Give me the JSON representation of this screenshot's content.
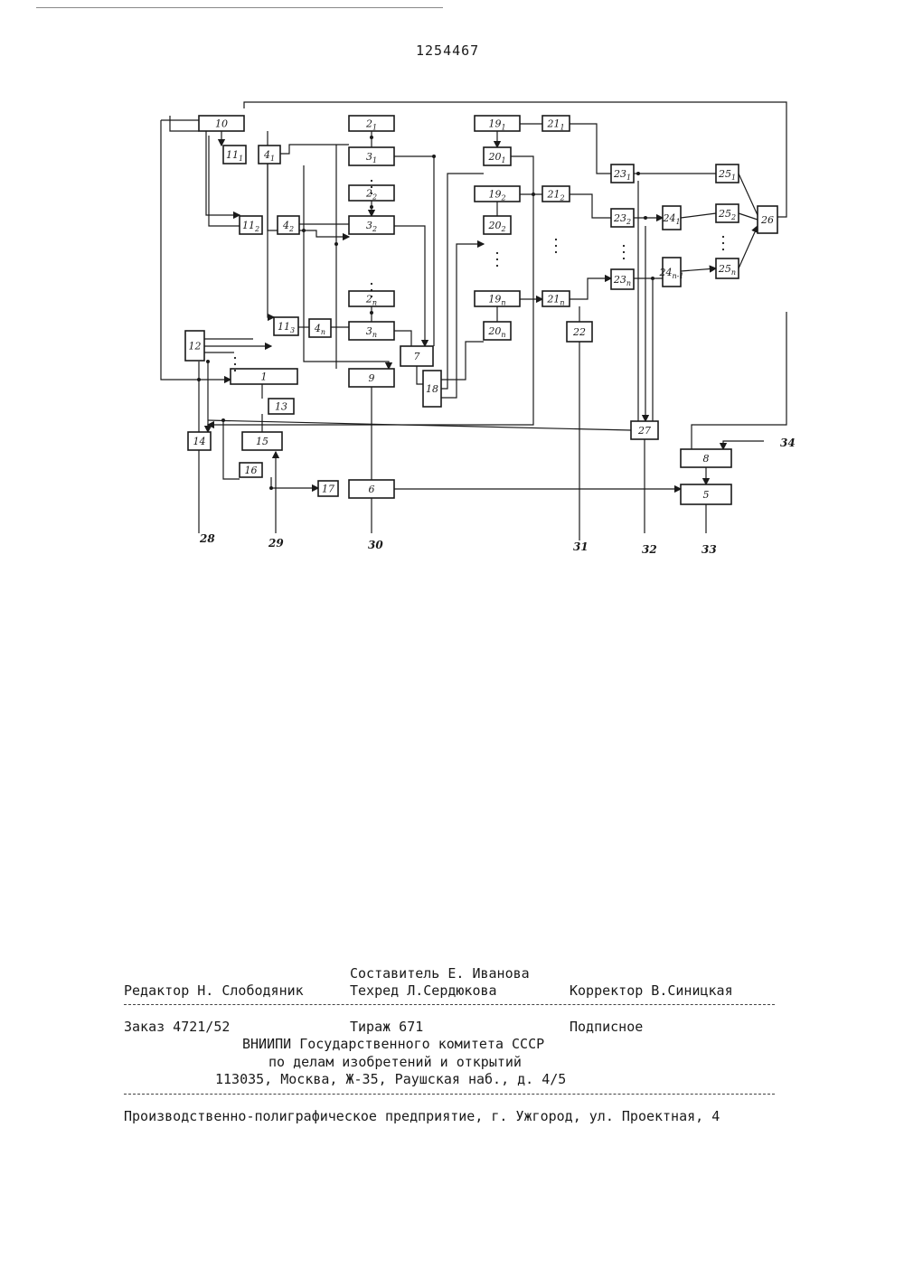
{
  "header": {
    "patent_number": "1254467"
  },
  "diagram": {
    "blocks": [
      "1",
      "2",
      "2",
      "2",
      "3",
      "3",
      "3",
      "4",
      "4",
      "4",
      "5",
      "6",
      "7",
      "8",
      "9",
      "10",
      "11",
      "11",
      "11",
      "12",
      "13",
      "14",
      "15",
      "16",
      "17",
      "18",
      "19",
      "19",
      "19",
      "20",
      "20",
      "20",
      "21",
      "21",
      "21",
      "22",
      "23",
      "23",
      "23",
      "24",
      "24",
      "25",
      "25",
      "25",
      "26",
      "27"
    ],
    "terminals": [
      "28",
      "29",
      "30",
      "31",
      "32",
      "33",
      "34"
    ]
  },
  "imprint": {
    "compiler": "Составитель Е. Иванова",
    "editor": "Редактор Н. Слободяник",
    "techred": "Техред Л.Сердюкова",
    "corrector": "Корректор В.Синицкая",
    "order": "Заказ 4721/52",
    "circulation": "Тираж 671",
    "subscription": "Подписное",
    "org_line1": "ВНИИПИ Государственного комитета СССР",
    "org_line2": "по делам изобретений и открытий",
    "address": "113035, Москва, Ж-35, Раушская наб., д. 4/5",
    "printer": "Производственно-полиграфическое предприятие, г. Ужгород, ул. Проектная, 4"
  }
}
